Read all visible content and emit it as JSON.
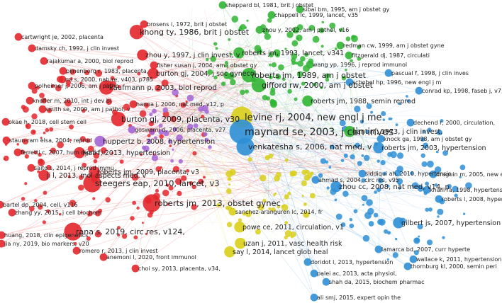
{
  "colors": {
    "red": "#e3262b",
    "green": "#31b534",
    "blue": "#2f8fd6",
    "yellow": "#d9cf1a",
    "purple": "#a365d6"
  },
  "nodes": [
    {
      "label": "sheppard bl, 1981, brit j obstet",
      "cluster": "green",
      "weight": 1
    },
    {
      "label": "sibai bm, 1995, am j obstet gy",
      "cluster": "green",
      "weight": 1
    },
    {
      "label": "chappell lc, 1999, lancet, v35",
      "cluster": "green",
      "weight": 1
    },
    {
      "label": "brosens i, 1972, brit j obstet",
      "cluster": "red",
      "weight": 1
    },
    {
      "label": "khong ty, 1986, brit j obstet",
      "cluster": "red",
      "weight": 3
    },
    {
      "label": "cartwright je, 2002, placenta",
      "cluster": "red",
      "weight": 1
    },
    {
      "label": "damsky ch, 1992, j clin invest",
      "cluster": "red",
      "weight": 1
    },
    {
      "label": "zhou y, 1997, j clin invest, v",
      "cluster": "red",
      "weight": 2
    },
    {
      "label": "zhou y, 2002, am j pathol, v16",
      "cluster": "green",
      "weight": 1
    },
    {
      "label": "rajakumar a, 2000, biol reprod",
      "cluster": "red",
      "weight": 1
    },
    {
      "label": "pijnenborg r, 1983, placenta,",
      "cluster": "red",
      "weight": 1
    },
    {
      "label": "fisher susan j, 2004, am j obstet gy",
      "cluster": "red",
      "weight": 1
    },
    {
      "label": "burton gj, 2004, j soc gynecol",
      "cluster": "red",
      "weight": 2
    },
    {
      "label": "roberts jm, 1993, lancet, v341",
      "cluster": "green",
      "weight": 2
    },
    {
      "label": "mi s, 2000, nature, v403, p785",
      "cluster": "red",
      "weight": 1
    },
    {
      "label": "wang yp, 1996, j reprod immunol",
      "cluster": "green",
      "weight": 1
    },
    {
      "label": "roberts jm, 1989, am j obstet",
      "cluster": "green",
      "weight": 3
    },
    {
      "label": "kaufmann p, 2003, biol reprod",
      "cluster": "red",
      "weight": 3
    },
    {
      "label": "polheimer j, 2006, am j patho",
      "cluster": "red",
      "weight": 1
    },
    {
      "label": "redman cw, 1999, am j obstet gyne",
      "cluster": "green",
      "weight": 1
    },
    {
      "label": "fitzgerald dj, 1987, circulati",
      "cluster": "green",
      "weight": 1
    },
    {
      "label": "pascual f, 1998, j clin inves",
      "cluster": "blue",
      "weight": 1
    },
    {
      "label": "gifford rw, 2000, am j obstet",
      "cluster": "green",
      "weight": 3
    },
    {
      "label": "schobel hp, 1996, new engl j m",
      "cluster": "blue",
      "weight": 1
    },
    {
      "label": "knofler m, 2010, int j dev bi",
      "cluster": "red",
      "weight": 1
    },
    {
      "label": "smith se, 2009, am j pathol, v",
      "cluster": "red",
      "weight": 1
    },
    {
      "label": "hanna j, 2006, nat med, v12, p",
      "cluster": "red",
      "weight": 1
    },
    {
      "label": "conrad kp, 1998, faseb j, v7,",
      "cluster": "blue",
      "weight": 1
    },
    {
      "label": "roberts jm, 1988, semin reprod",
      "cluster": "green",
      "weight": 2
    },
    {
      "label": "okae h, 2018, cell stem cell",
      "cluster": "red",
      "weight": 1
    },
    {
      "label": "burton gj, 2009, placenta, v30",
      "cluster": "red",
      "weight": 3
    },
    {
      "label": "goswami d, 2006, placenta, v27",
      "cluster": "purple",
      "weight": 1
    },
    {
      "label": "levine rj, 2004, new engl j me",
      "cluster": "yellow",
      "weight": 5
    },
    {
      "label": "dechend r, 2000, circulation,",
      "cluster": "blue",
      "weight": 1
    },
    {
      "label": "gant nf, 1973, j clin invest,",
      "cluster": "green",
      "weight": 2
    },
    {
      "label": "staun-ram elsa, 2004, reprod",
      "cluster": "red",
      "weight": 1
    },
    {
      "label": "huppertz b, 2008, hypertension",
      "cluster": "purple",
      "weight": 2
    },
    {
      "label": "knock ga, 1998, am j obstet gy",
      "cluster": "blue",
      "weight": 1
    },
    {
      "label": "maynard se, 2003, j clin inves",
      "cluster": "blue",
      "weight": 6
    },
    {
      "label": "ferretti c, 2007, hum reprod u",
      "cluster": "red",
      "weight": 1
    },
    {
      "label": "roberts jm, 2003, hypertension",
      "cluster": "blue",
      "weight": 2
    },
    {
      "label": "lyall f, 2013, hypertension",
      "cluster": "red",
      "weight": 2
    },
    {
      "label": "saito s, 2014, j reprod immu",
      "cluster": "red",
      "weight": 1
    },
    {
      "label": "venkatesha s, 2006, nat med, v",
      "cluster": "blue",
      "weight": 4
    },
    {
      "label": "roberts jm, 2009, placenta, v3",
      "cluster": "red",
      "weight": 2
    },
    {
      "label": "ji l, 2013, mol aspects med, v",
      "cluster": "red",
      "weight": 2
    },
    {
      "label": "steegers eap, 2010, lancet, v3",
      "cluster": "red",
      "weight": 4
    },
    {
      "label": "draguin m, 2005, new engl j med",
      "cluster": "blue",
      "weight": 1
    },
    {
      "label": "ahmad s, 2004, circ res, v95",
      "cluster": "blue",
      "weight": 1
    },
    {
      "label": "siddiqui ah, 2010, hypertensio",
      "cluster": "blue",
      "weight": 1
    },
    {
      "label": "khalil ra, 1998, hypertension,",
      "cluster": "blue",
      "weight": 1
    },
    {
      "label": "roberts jm, 2013, obstet gynec",
      "cluster": "red",
      "weight": 4
    },
    {
      "label": "sanchez-aranguren lc, 2014, fr",
      "cluster": "yellow",
      "weight": 1
    },
    {
      "label": "zhou cc, 2008, nat med, v14, p",
      "cluster": "blue",
      "weight": 2
    },
    {
      "label": "roberts l, 2008, hypertension",
      "cluster": "blue",
      "weight": 1
    },
    {
      "label": "zhang yy, 2015, j cell biochem",
      "cluster": "red",
      "weight": 1
    },
    {
      "label": "bartel dp, 2004, cell, v116",
      "cluster": "red",
      "weight": 1
    },
    {
      "label": "rana s, 2019, circ res, v124,",
      "cluster": "red",
      "weight": 4
    },
    {
      "label": "powe ce, 2011, circulation, v1",
      "cluster": "yellow",
      "weight": 2
    },
    {
      "label": "gilbert js, 2007, hypertension",
      "cluster": "blue",
      "weight": 2
    },
    {
      "label": "uzan j, 2011, vasc health risk",
      "cluster": "yellow",
      "weight": 2
    },
    {
      "label": "lamarca bd, 2007, curr hyperte",
      "cluster": "blue",
      "weight": 1
    },
    {
      "label": "say l, 2014, lancet glob heal",
      "cluster": "yellow",
      "weight": 2
    },
    {
      "label": "huang, 2018, clin epigenetics",
      "cluster": "red",
      "weight": 1
    },
    {
      "label": "jia ny, 2019, bio markers, v20",
      "cluster": "red",
      "weight": 1
    },
    {
      "label": "romero r, 2013, j clin invest",
      "cluster": "red",
      "weight": 1
    },
    {
      "label": "anemoni l, 2020, front immunol",
      "cluster": "red",
      "weight": 1
    },
    {
      "label": "wallace k, 2011, hypertension",
      "cluster": "blue",
      "weight": 1
    },
    {
      "label": "doridot l, 2013, hypertension",
      "cluster": "blue",
      "weight": 1
    },
    {
      "label": "thornburg kl, 2000, semin peri",
      "cluster": "blue",
      "weight": 1
    },
    {
      "label": "choi sy, 2013, placenta, v34,",
      "cluster": "red",
      "weight": 1
    },
    {
      "label": "palei ac, 2013, acta physiol,",
      "cluster": "blue",
      "weight": 1
    },
    {
      "label": "shah da, 2015, biochem pharmac",
      "cluster": "blue",
      "weight": 1
    },
    {
      "label": "ali smj, 2015, expert opin the",
      "cluster": "blue",
      "weight": 1
    }
  ]
}
